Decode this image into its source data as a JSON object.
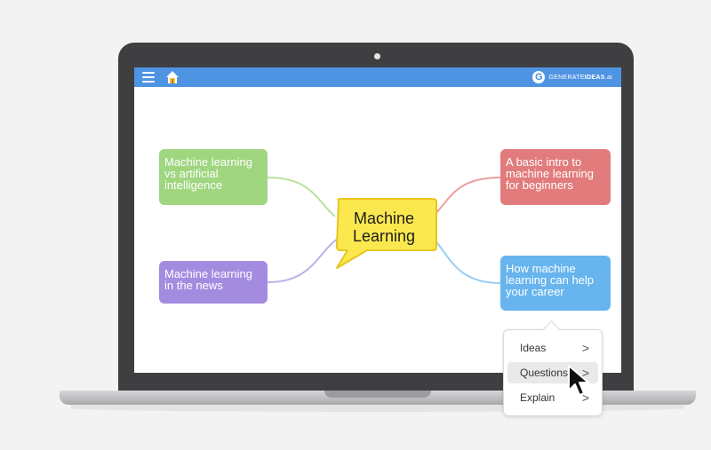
{
  "app": {
    "logo_letter": "G",
    "logo_prefix": "GENERATE",
    "logo_bold": "IDEAS",
    "logo_suffix": ".ai"
  },
  "toolbar": {
    "menu_icon": "hamburger-icon",
    "home_icon": "home-icon"
  },
  "mindmap": {
    "center": "Machine Learning",
    "nodes": {
      "top_left": "Machine learning vs artificial intelligence",
      "bottom_left": "Machine learning in the news",
      "top_right": "A basic intro to machine learning for beginners",
      "bottom_right": "How machine learning can help your career"
    },
    "colors": {
      "top_left": "#9fd67f",
      "bottom_left": "#a38ce0",
      "top_right": "#e27c7c",
      "bottom_right": "#67b4ee",
      "center": "#fbe84f"
    }
  },
  "context_menu": {
    "items": [
      {
        "label": "Ideas",
        "chevron": ">"
      },
      {
        "label": "Questions",
        "chevron": ">"
      },
      {
        "label": "Explain",
        "chevron": ">"
      }
    ],
    "highlighted": "Questions"
  },
  "colors": {
    "topbar": "#4f93e3",
    "laptop_frame": "#3f3f41"
  }
}
